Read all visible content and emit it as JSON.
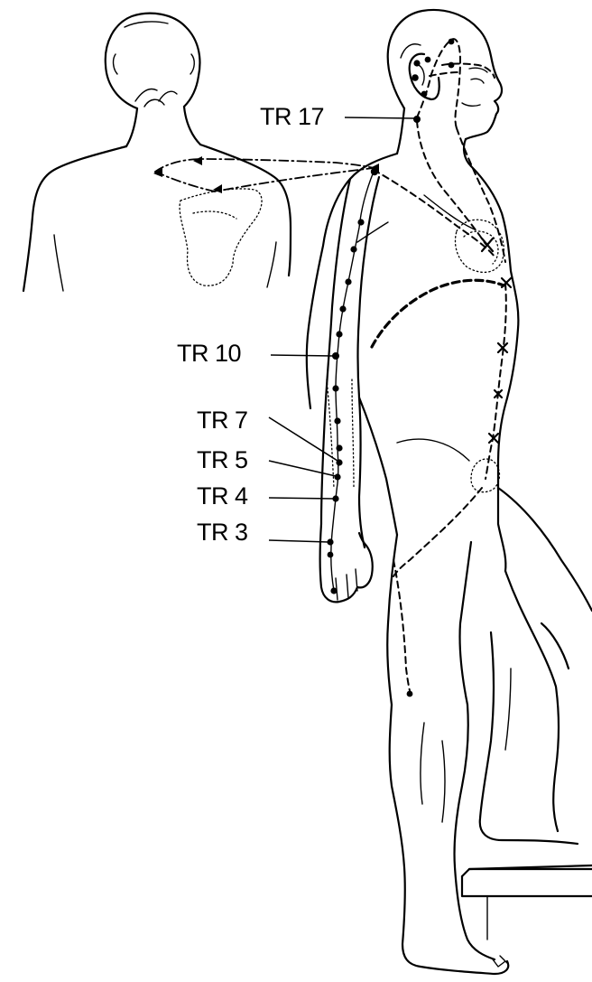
{
  "diagram": {
    "points": [
      {
        "id": "tr17",
        "label": "TR 17"
      },
      {
        "id": "tr10",
        "label": "TR 10"
      },
      {
        "id": "tr7",
        "label": "TR 7"
      },
      {
        "id": "tr5",
        "label": "TR 5"
      },
      {
        "id": "tr4",
        "label": "TR 4"
      },
      {
        "id": "tr3",
        "label": "TR 3"
      }
    ]
  },
  "colors": {
    "ink": "#000000",
    "background": "#ffffff"
  }
}
